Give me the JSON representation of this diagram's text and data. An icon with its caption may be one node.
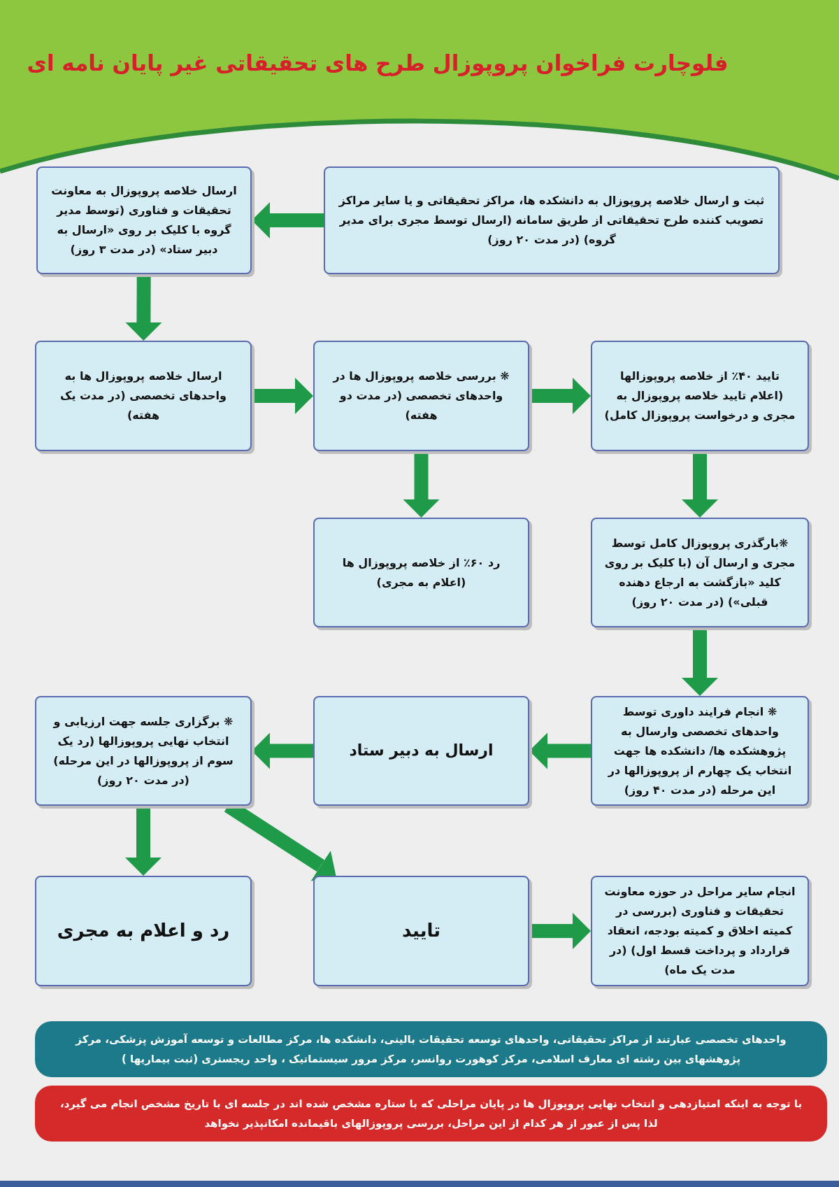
{
  "diagram": {
    "title": "فلوچارت فراخوان پروپوزال طرح های تحقیقاتی غیر پایان نامه ای",
    "nodes": [
      {
        "text": [
          "ثبت و ارسال خلاصه پروپوزال به دانشکده ها، مراکز تحقیقاتی و یا سایر مراکز تصویب کننده طرح تحقیقاتی از طریق سامانه (ارسال توسط مجری برای مدیر گروه) (در مدت ۲۰ روز)"
        ]
      },
      {
        "text": [
          "ارسال خلاصه پروپوزال به معاونت تحقیقات و فناوری (توسط مدیر گروه با کلیک بر روی «ارسال به دبیر ستاد» (در مدت ۳ روز)"
        ]
      },
      {
        "text": [
          "تایید ۴۰٪ از خلاصه پروپوزالها (اعلام تایید خلاصه پروپوزال به مجری و درخواست پروپوزال کامل)"
        ]
      },
      {
        "text": [
          "❋ بررسی خلاصه پروپوزال ها در واحدهای تخصصی (در مدت دو هفته)"
        ]
      },
      {
        "text": [
          "ارسال خلاصه پروپوزال ها به واحدهای تخصصی (در مدت یک هفته)"
        ]
      },
      {
        "text": [
          "❋بارگذری پروپوزال کامل توسط مجری و ارسال آن (با کلیک بر روی کلید «بازگشت به ارجاع دهنده قبلی») (در مدت ۲۰ روز)"
        ]
      },
      {
        "text": [
          "رد ۶۰٪ از خلاصه پروپوزال ها (اعلام به مجری)"
        ]
      },
      {
        "text": [
          "❋ انجام فرایند داوری توسط واحدهای تخصصی وارسال به پژوهشکده ها/ دانشکده ها جهت انتخاب یک چهارم از پروپوزالها در این مرحله (در مدت ۴۰ روز)"
        ]
      },
      {
        "text": [
          "ارسال به دبیر ستاد"
        ]
      },
      {
        "text": [
          "❋ برگزاری جلسه جهت ارزیابی و انتخاب نهایی پروپوزالها (رد یک سوم از پروپوزالها در این مرحله) (در مدت ۲۰ روز)"
        ]
      },
      {
        "text": [
          "انجام سایر مراحل در حوزه معاونت تحقیقات و فناوری (بررسی در کمیته اخلاق و کمیته بودجه، انعقاد قرارداد و پرداخت قسط اول) (در مدت یک ماه)"
        ]
      },
      {
        "text": [
          "تایید"
        ]
      },
      {
        "text": [
          "رد و اعلام به مجری"
        ]
      },
      {
        "text": [
          "واحدهای تخصصی عبارتند از مراکز تحقیقاتی، واحدهای توسعه تحقیقات بالینی، دانشکده ها، مرکز مطالعات و توسعه آموزش پزشکی، مرکز پژوهشهای بین رشته ای معارف اسلامی، مرکز کوهورت روانسر، مرکز مرور سیستماتیک ، واحد ریجستری (ثبت بیماریها )"
        ]
      },
      {
        "text": [
          "با توجه به اینکه امتیازدهی و انتخاب نهایی پروپوزال ها در پایان مراحلی که با ستاره مشخص شده اند در جلسه ای با تاریخ مشخص انجام می گیرد، لذا پس از عبور از هر کدام از این مراحل، بررسی پروپوزالهای باقیمانده امکانپذیر نخواهد"
        ]
      }
    ],
    "edges": [
      {
        "from": 0,
        "to": 1,
        "arrow": "to"
      },
      {
        "from": 1,
        "to": 4,
        "arrow": "to"
      },
      {
        "from": 4,
        "to": 3,
        "arrow": "to"
      },
      {
        "from": 3,
        "to": 2,
        "arrow": "to"
      },
      {
        "from": 3,
        "to": 6,
        "arrow": "to"
      },
      {
        "from": 2,
        "to": 5,
        "arrow": "to"
      },
      {
        "from": 5,
        "to": 7,
        "arrow": "to"
      },
      {
        "from": 7,
        "to": 8,
        "arrow": "to"
      },
      {
        "from": 8,
        "to": 9,
        "arrow": "to"
      },
      {
        "from": 9,
        "to": 12,
        "arrow": "to"
      },
      {
        "from": 9,
        "to": 11,
        "arrow": "to"
      },
      {
        "from": 11,
        "to": 10,
        "arrow": "to"
      }
    ]
  }
}
